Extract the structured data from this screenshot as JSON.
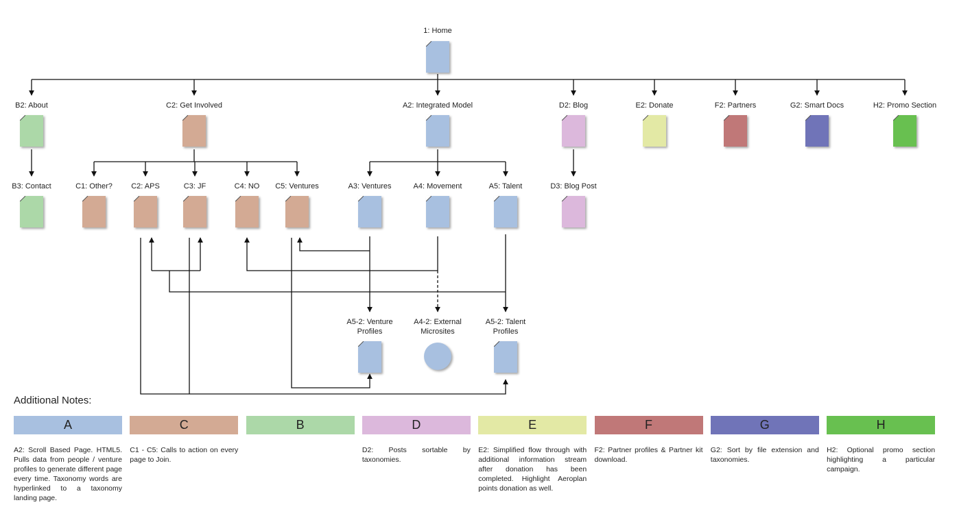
{
  "colors": {
    "A": "#a8c0e0",
    "B": "#acd8a8",
    "C": "#d3aa94",
    "D": "#dcb8dc",
    "E": "#e3e9a5",
    "F": "#c07878",
    "G": "#7074b8",
    "H": "#68c050",
    "line": "#111111"
  },
  "nodes": [
    {
      "id": "home",
      "label": "1: Home",
      "group": "A",
      "shape": "page"
    },
    {
      "id": "b2",
      "label": "B2: About",
      "group": "B",
      "shape": "page"
    },
    {
      "id": "c2",
      "label": "C2: Get Involved",
      "group": "C",
      "shape": "page"
    },
    {
      "id": "a2",
      "label": "A2: Integrated Model",
      "group": "A",
      "shape": "page"
    },
    {
      "id": "d2",
      "label": "D2: Blog",
      "group": "D",
      "shape": "page"
    },
    {
      "id": "e2",
      "label": "E2: Donate",
      "group": "E",
      "shape": "page"
    },
    {
      "id": "f2",
      "label": "F2: Partners",
      "group": "F",
      "shape": "page"
    },
    {
      "id": "g2",
      "label": "G2: Smart Docs",
      "group": "G",
      "shape": "page"
    },
    {
      "id": "h2",
      "label": "H2: Promo Section",
      "group": "H",
      "shape": "page"
    },
    {
      "id": "b3",
      "label": "B3: Contact",
      "group": "B",
      "shape": "page"
    },
    {
      "id": "c1",
      "label": "C1: Other?",
      "group": "C",
      "shape": "page"
    },
    {
      "id": "c2aps",
      "label": "C2: APS",
      "group": "C",
      "shape": "page"
    },
    {
      "id": "c3",
      "label": "C3: JF",
      "group": "C",
      "shape": "page"
    },
    {
      "id": "c4",
      "label": "C4: NO",
      "group": "C",
      "shape": "page"
    },
    {
      "id": "c5",
      "label": "C5: Ventures",
      "group": "C",
      "shape": "page"
    },
    {
      "id": "a3",
      "label": "A3: Ventures",
      "group": "A",
      "shape": "page"
    },
    {
      "id": "a4",
      "label": "A4: Movement",
      "group": "A",
      "shape": "page"
    },
    {
      "id": "a5",
      "label": "A5: Talent",
      "group": "A",
      "shape": "page"
    },
    {
      "id": "d3",
      "label": "D3: Blog Post",
      "group": "D",
      "shape": "page"
    },
    {
      "id": "a52v",
      "label": "A5-2: Venture Profiles",
      "group": "A",
      "shape": "page"
    },
    {
      "id": "a42",
      "label": "A4-2: External Microsites",
      "group": "A",
      "shape": "circle"
    },
    {
      "id": "a52t",
      "label": "A5-2: Talent Profiles",
      "group": "A",
      "shape": "page"
    }
  ],
  "notes": {
    "title": "Additional Notes:",
    "legend": [
      {
        "letter": "A",
        "group": "A",
        "text": "A2: Scroll Based Page. HTML5. Pulls data from people / venture profiles to generate different page every time. Taxonomy words are hyperlinked to a taxonomy landing page."
      },
      {
        "letter": "C",
        "group": "C",
        "text": "C1 - C5: Calls to action on every page to Join."
      },
      {
        "letter": "B",
        "group": "B",
        "text": ""
      },
      {
        "letter": "D",
        "group": "D",
        "text": "D2: Posts sortable by taxonomies."
      },
      {
        "letter": "E",
        "group": "E",
        "text": "E2: Simplified flow through with additional information stream after donation has been completed. Highlight Aeroplan points donation as well."
      },
      {
        "letter": "F",
        "group": "F",
        "text": "F2: Partner profiles & Partner kit download."
      },
      {
        "letter": "G",
        "group": "G",
        "text": "G2: Sort by file extension and taxonomies."
      },
      {
        "letter": "H",
        "group": "H",
        "text": "H2: Optional promo section highlighting a particular campaign."
      }
    ]
  }
}
